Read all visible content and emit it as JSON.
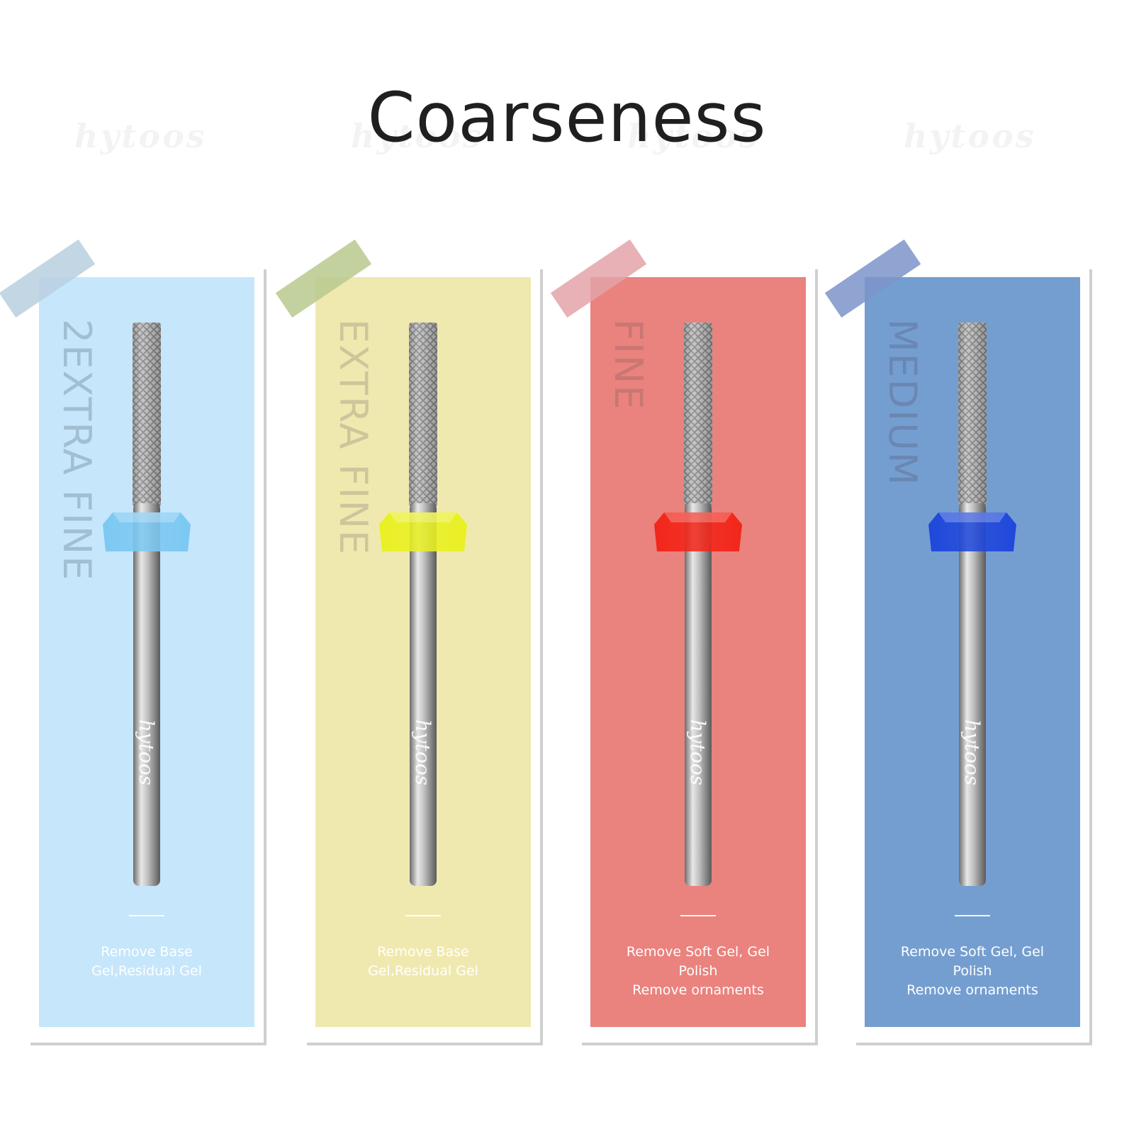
{
  "title": "Coarseness",
  "watermark": "hytoos",
  "cards": [
    {
      "label": "2EXTRA FINE",
      "panel_color": "#c6e6fb",
      "tape_color": "#b8cfdf",
      "ring_color": "#7cc8f2",
      "label_color": "#8aa6b6",
      "brand": "hytoos",
      "description": [
        "Remove Base",
        "Gel,Residual Gel"
      ]
    },
    {
      "label": "EXTRA FINE",
      "panel_color": "#f0e9af",
      "tape_color": "#b9c98e",
      "ring_color": "#e9f023",
      "label_color": "#b7b091",
      "brand": "hytoos",
      "description": [
        "Remove Base",
        "Gel,Residual Gel"
      ]
    },
    {
      "label": "FINE",
      "panel_color": "#ea827e",
      "tape_color": "#e3a3a8",
      "ring_color": "#f2261a",
      "label_color": "#b3706c",
      "brand": "hytoos",
      "description": [
        "Remove Soft Gel, Gel",
        "Polish",
        "Remove ornaments"
      ]
    },
    {
      "label": "MEDIUM",
      "panel_color": "#759ed0",
      "tape_color": "#7d94c9",
      "ring_color": "#1f48db",
      "label_color": "#6478a0",
      "brand": "hytoos",
      "description": [
        "Remove Soft Gel, Gel",
        "Polish",
        "Remove ornaments"
      ]
    }
  ]
}
